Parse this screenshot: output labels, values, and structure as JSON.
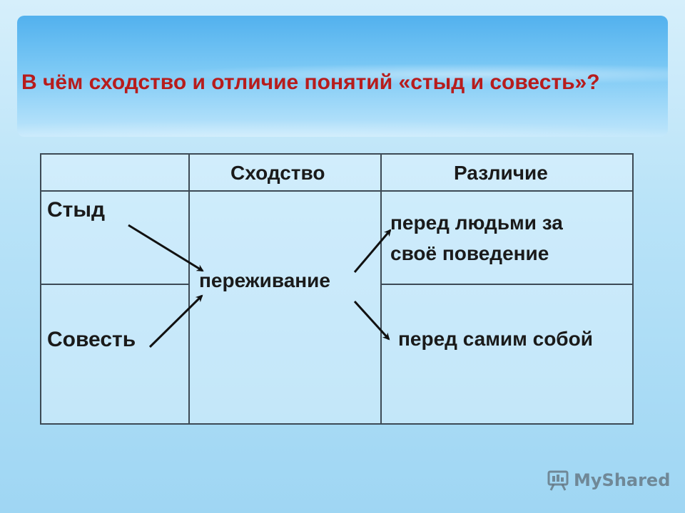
{
  "slide": {
    "title": "В чём сходство и отличие понятий  «стыд и совесть»?"
  },
  "table": {
    "headers": [
      "",
      "Сходство",
      "Различие"
    ],
    "rows": [
      {
        "label": "Стыд",
        "difference": "перед людьми за своё поведение"
      },
      {
        "label": "Совесть",
        "difference": "перед самим собой"
      }
    ],
    "similarity": "переживание",
    "difference_row1_line1": "перед людьми за",
    "difference_row1_line2": "своё поведение"
  },
  "watermark": {
    "text": "MyShared"
  },
  "colors": {
    "title": "#b71c1c",
    "grid": "#3d4a55",
    "arrow": "#111111"
  }
}
